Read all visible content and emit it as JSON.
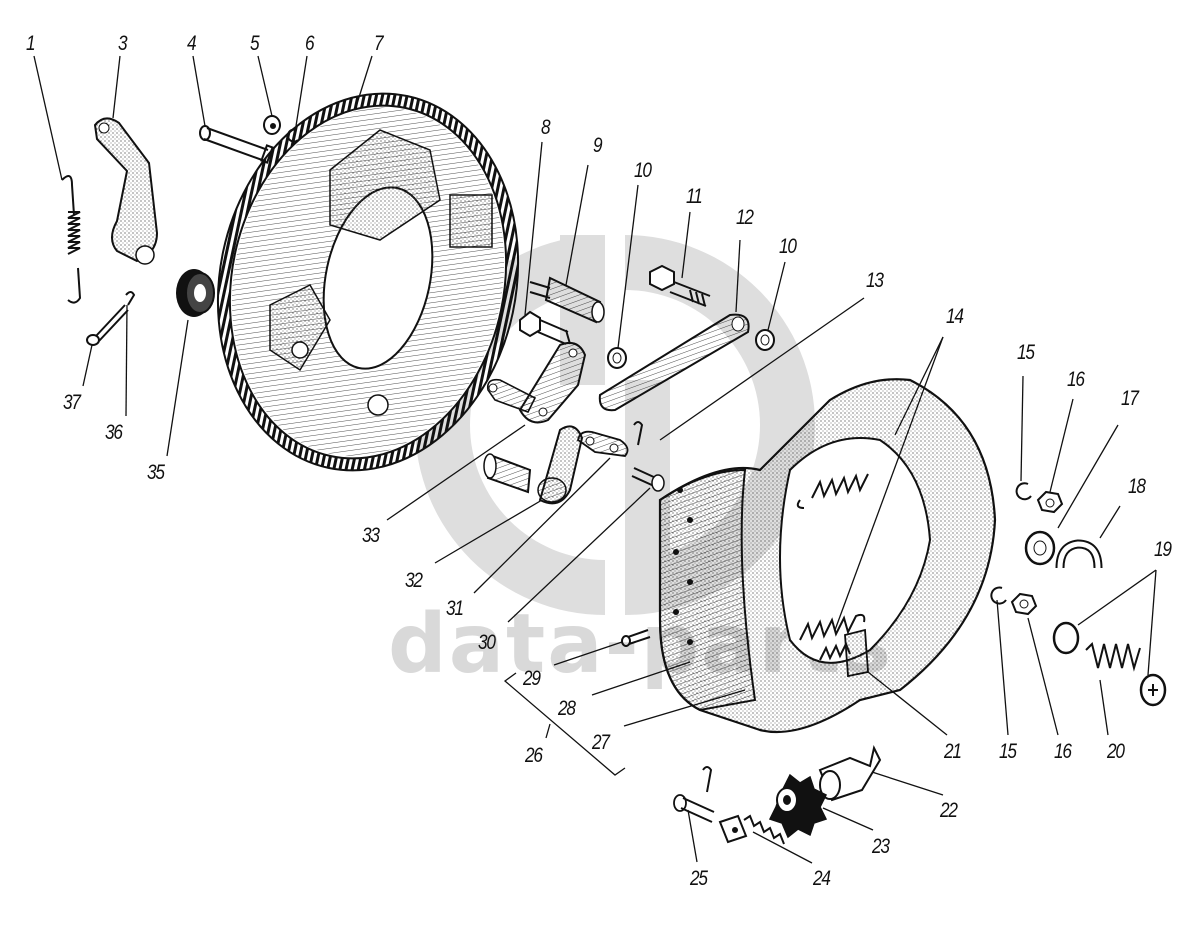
{
  "figure": {
    "title": "Brake mechanism exploded view",
    "watermark": {
      "logo_text": "dp",
      "text": "data-parts",
      "color": "#d9d9d9"
    },
    "ink_color": "#111111",
    "background": "#ffffff"
  },
  "callouts": [
    {
      "id": "1",
      "label": "1"
    },
    {
      "id": "3",
      "label": "3"
    },
    {
      "id": "4",
      "label": "4"
    },
    {
      "id": "5",
      "label": "5"
    },
    {
      "id": "6",
      "label": "6"
    },
    {
      "id": "7",
      "label": "7"
    },
    {
      "id": "8",
      "label": "8"
    },
    {
      "id": "9",
      "label": "9"
    },
    {
      "id": "10a",
      "label": "10"
    },
    {
      "id": "11",
      "label": "11"
    },
    {
      "id": "12",
      "label": "12"
    },
    {
      "id": "10b",
      "label": "10"
    },
    {
      "id": "13",
      "label": "13"
    },
    {
      "id": "14",
      "label": "14"
    },
    {
      "id": "15a",
      "label": "15"
    },
    {
      "id": "16a",
      "label": "16"
    },
    {
      "id": "17",
      "label": "17"
    },
    {
      "id": "18",
      "label": "18"
    },
    {
      "id": "19",
      "label": "19"
    },
    {
      "id": "20",
      "label": "20"
    },
    {
      "id": "16b",
      "label": "16"
    },
    {
      "id": "15b",
      "label": "15"
    },
    {
      "id": "21",
      "label": "21"
    },
    {
      "id": "22",
      "label": "22"
    },
    {
      "id": "23",
      "label": "23"
    },
    {
      "id": "24",
      "label": "24"
    },
    {
      "id": "25",
      "label": "25"
    },
    {
      "id": "26",
      "label": "26"
    },
    {
      "id": "27",
      "label": "27"
    },
    {
      "id": "28",
      "label": "28"
    },
    {
      "id": "29",
      "label": "29"
    },
    {
      "id": "30",
      "label": "30"
    },
    {
      "id": "31",
      "label": "31"
    },
    {
      "id": "32",
      "label": "32"
    },
    {
      "id": "33",
      "label": "33"
    },
    {
      "id": "35",
      "label": "35"
    },
    {
      "id": "36",
      "label": "36"
    },
    {
      "id": "37",
      "label": "37"
    }
  ],
  "parts": [
    {
      "ref": "1",
      "name": "spring"
    },
    {
      "ref": "3",
      "name": "lever"
    },
    {
      "ref": "4",
      "name": "bolt"
    },
    {
      "ref": "5",
      "name": "nut"
    },
    {
      "ref": "6",
      "name": "washer"
    },
    {
      "ref": "7",
      "name": "brake backing plate"
    },
    {
      "ref": "8",
      "name": "bolt"
    },
    {
      "ref": "9",
      "name": "pin"
    },
    {
      "ref": "10",
      "name": "washer"
    },
    {
      "ref": "11",
      "name": "bolt"
    },
    {
      "ref": "12",
      "name": "link"
    },
    {
      "ref": "13",
      "name": "cotter pin"
    },
    {
      "ref": "14",
      "name": "springs"
    },
    {
      "ref": "15",
      "name": "lock washer"
    },
    {
      "ref": "16",
      "name": "nut"
    },
    {
      "ref": "17",
      "name": "washer"
    },
    {
      "ref": "18",
      "name": "clip"
    },
    {
      "ref": "19",
      "name": "spring cups"
    },
    {
      "ref": "20",
      "name": "spring"
    },
    {
      "ref": "21",
      "name": "bracket"
    },
    {
      "ref": "22",
      "name": "adjusting sleeve"
    },
    {
      "ref": "23",
      "name": "adjusting star nut"
    },
    {
      "ref": "24",
      "name": "adjusting screw"
    },
    {
      "ref": "25",
      "name": "pin"
    },
    {
      "ref": "26",
      "name": "brake shoe assembly"
    },
    {
      "ref": "27",
      "name": "brake shoe"
    },
    {
      "ref": "28",
      "name": "lining"
    },
    {
      "ref": "29",
      "name": "rivet"
    },
    {
      "ref": "30",
      "name": "pin"
    },
    {
      "ref": "31",
      "name": "link"
    },
    {
      "ref": "32",
      "name": "cam shaft lever"
    },
    {
      "ref": "33",
      "name": "lever"
    },
    {
      "ref": "35",
      "name": "bushing"
    },
    {
      "ref": "36",
      "name": "cotter pin"
    },
    {
      "ref": "37",
      "name": "pin"
    }
  ]
}
